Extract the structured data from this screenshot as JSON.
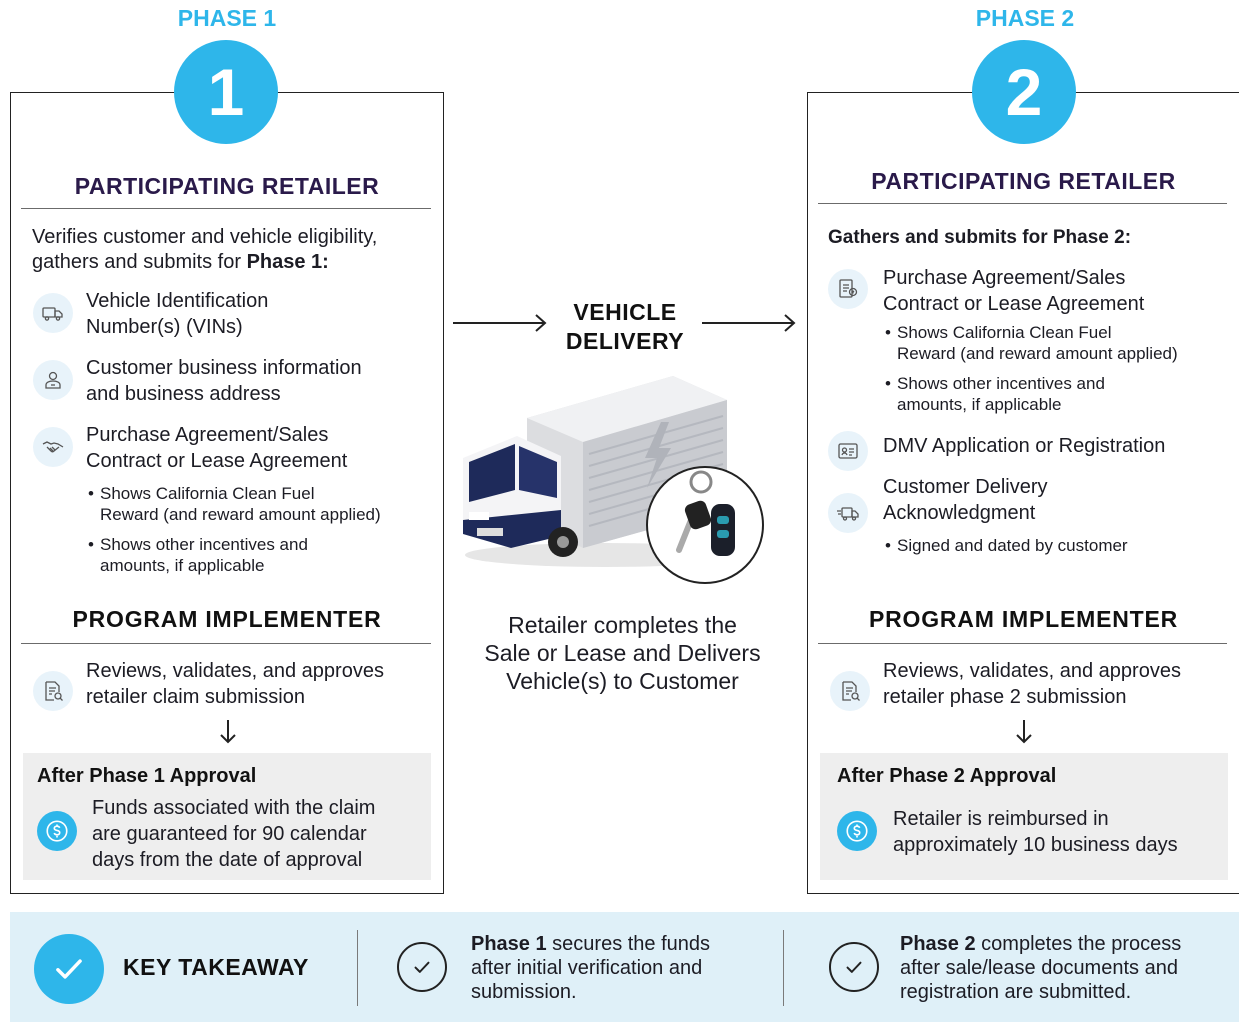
{
  "phase1": {
    "label": "PHASE 1",
    "number": "1",
    "retailer_title": "PARTICIPATING RETAILER",
    "intro_line1": "Verifies customer and vehicle eligibility,",
    "intro_line2_prefix": "gathers and submits for ",
    "intro_line2_bold": "Phase 1",
    "intro_line2_suffix": ":",
    "items": [
      {
        "icon": "truck-icon",
        "line1": "Vehicle Identification",
        "line2": "Number(s) (VINs)"
      },
      {
        "icon": "person-icon",
        "line1": "Customer business information",
        "line2": "and business address"
      },
      {
        "icon": "handshake-icon",
        "line1": "Purchase Agreement/Sales",
        "line2": "Contract or Lease Agreement"
      }
    ],
    "bullets": [
      {
        "line1": "Shows California Clean Fuel",
        "line2": "Reward (and reward amount applied)"
      },
      {
        "line1": "Shows other incentives and",
        "line2": "amounts, if applicable"
      }
    ],
    "implementer_title": "PROGRAM IMPLEMENTER",
    "implementer_line1": "Reviews, validates, and approves",
    "implementer_line2": "retailer claim submission",
    "approval_title": "After Phase 1 Approval",
    "approval_line1": "Funds associated with the claim",
    "approval_line2": "are guaranteed for 90 calendar",
    "approval_line3": "days from the date of approval"
  },
  "delivery": {
    "title_line1": "VEHICLE",
    "title_line2": "DELIVERY",
    "caption_line1": "Retailer completes the",
    "caption_line2": "Sale or Lease and Delivers",
    "caption_line3": "Vehicle(s) to Customer"
  },
  "phase2": {
    "label": "PHASE 2",
    "number": "2",
    "retailer_title": "PARTICIPATING RETAILER",
    "intro": "Gathers and submits for Phase 2:",
    "items": [
      {
        "icon": "contract-icon",
        "line1": "Purchase Agreement/Sales",
        "line2": "Contract or Lease Agreement"
      },
      {
        "icon": "id-card-icon",
        "line1": "DMV Application or Registration",
        "line2": ""
      },
      {
        "icon": "delivery-truck-icon",
        "line1": "Customer Delivery",
        "line2": "Acknowledgment"
      }
    ],
    "bullets": [
      {
        "line1": "Shows California Clean Fuel",
        "line2": "Reward (and reward amount applied)"
      },
      {
        "line1": "Shows other incentives and",
        "line2": "amounts, if applicable"
      },
      {
        "line1": "Signed and dated by customer",
        "line2": ""
      }
    ],
    "implementer_title": "PROGRAM IMPLEMENTER",
    "implementer_line1": "Reviews, validates, and approves",
    "implementer_line2": "retailer phase 2 submission",
    "approval_title": "After Phase 2 Approval",
    "approval_line1": "Retailer is reimbursed in",
    "approval_line2": "approximately 10 business days"
  },
  "takeaway": {
    "title": "KEY TAKEAWAY",
    "p1_bold": "Phase 1",
    "p1_line1_rest": " secures the funds",
    "p1_line2": "after initial verification and",
    "p1_line3": "submission.",
    "p2_bold": "Phase 2",
    "p2_line1_rest": " completes the process",
    "p2_line2": "after sale/lease documents and",
    "p2_line3": "registration are submitted."
  },
  "colors": {
    "accent": "#2eb6ea",
    "title_purple": "#2a1a4a",
    "takeaway_bg": "#dff0f8",
    "approval_bg": "#eeeeee"
  }
}
